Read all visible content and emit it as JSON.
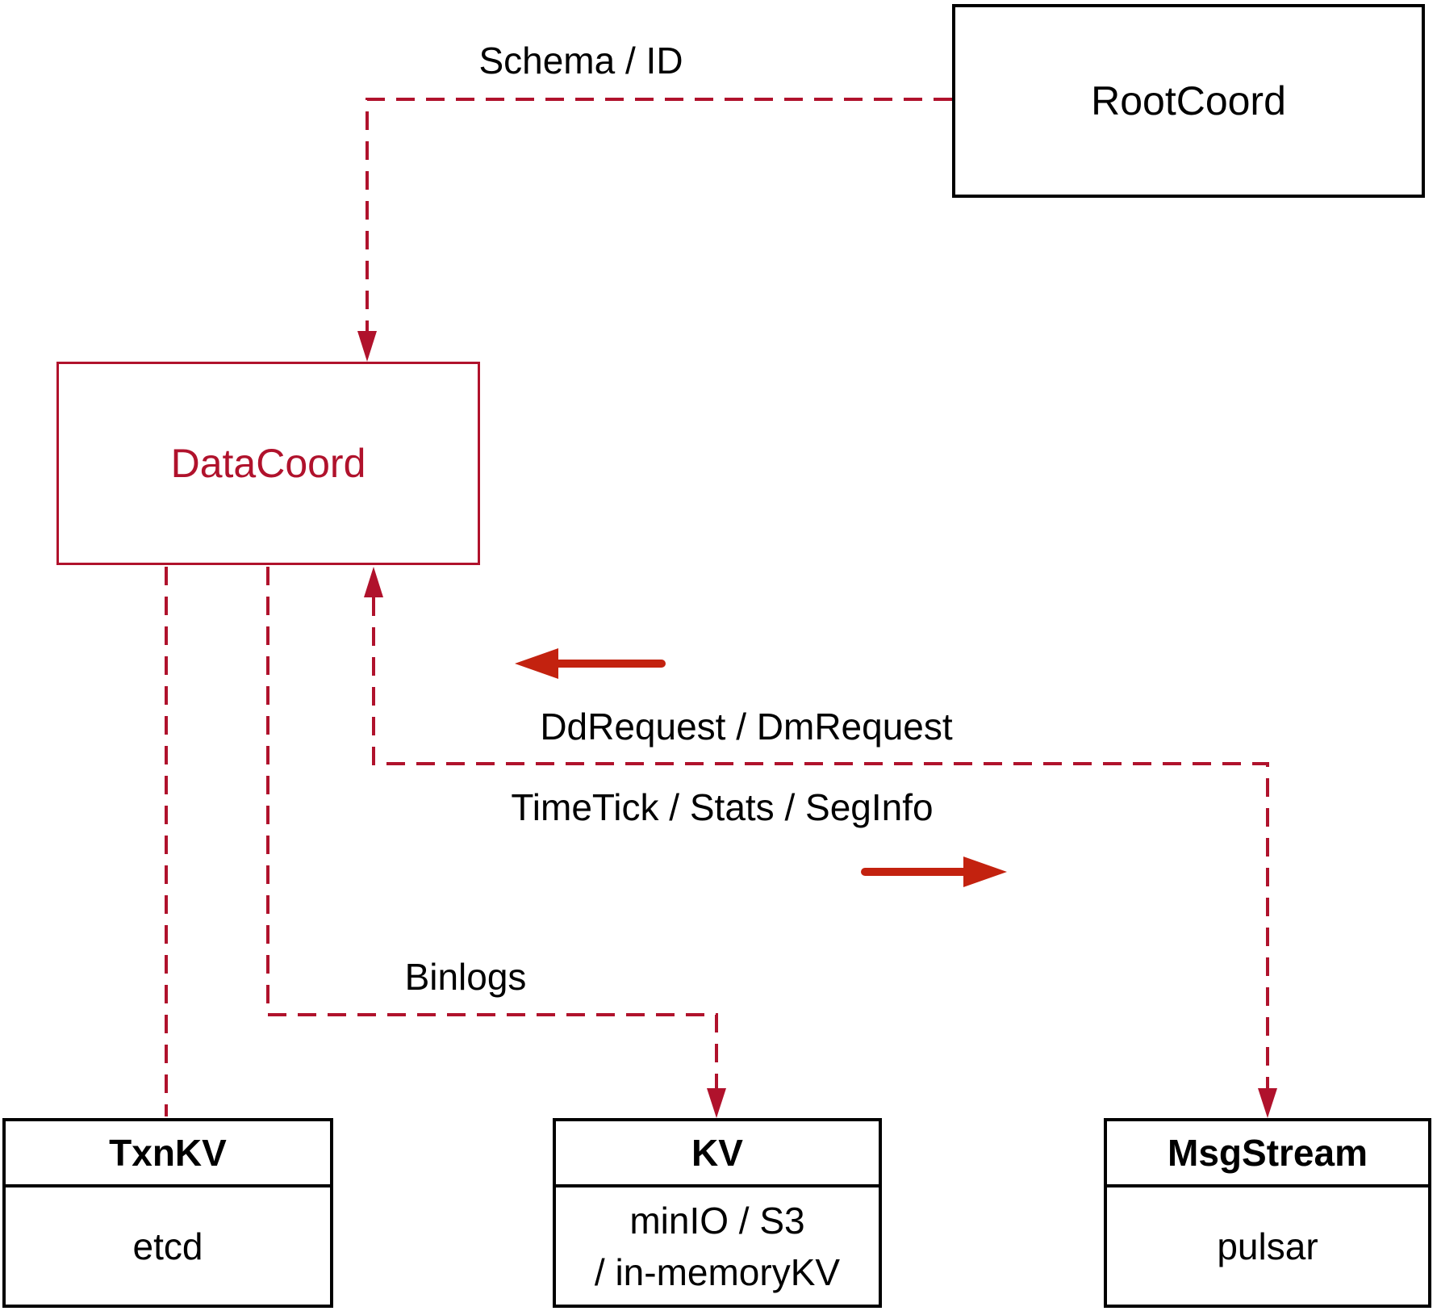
{
  "diagram": {
    "nodes": {
      "rootcoord": {
        "label": "RootCoord"
      },
      "datacoord": {
        "label": "DataCoord"
      },
      "txnkv": {
        "title": "TxnKV",
        "body": "etcd"
      },
      "kv": {
        "title": "KV",
        "body_line1": "minIO / S3",
        "body_line2": "/ in-memoryKV"
      },
      "msgstream": {
        "title": "MsgStream",
        "body": "pulsar"
      }
    },
    "edge_labels": {
      "schema_id": "Schema / ID",
      "dd_request": "DdRequest / DmRequest",
      "time_tick": "TimeTick / Stats / SegInfo",
      "binlogs": "Binlogs"
    },
    "colors": {
      "dashed_line": "#b0122c",
      "solid_arrow": "#c3220f",
      "datacoord_accent": "#b0122c",
      "box_border": "#000000",
      "text": "#000000",
      "background": "#ffffff"
    }
  }
}
